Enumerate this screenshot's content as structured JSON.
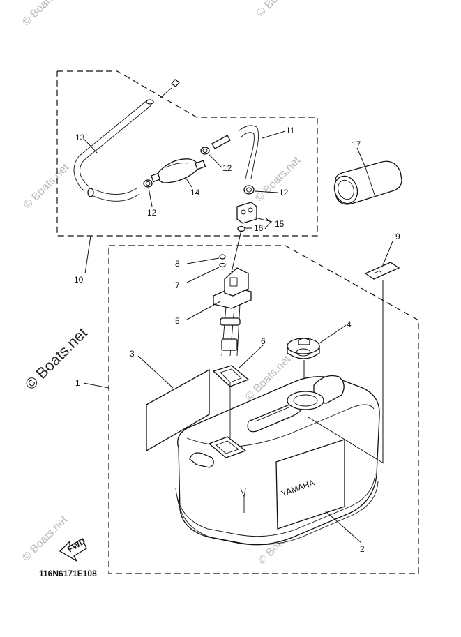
{
  "watermark": {
    "copyright_text": "© Boats.net",
    "repeat_text": "© Boats.net"
  },
  "callouts": {
    "c1": "1",
    "c2": "2",
    "c3": "3",
    "c4": "4",
    "c5": "5",
    "c6": "6",
    "c7": "7",
    "c8": "8",
    "c9": "9",
    "c10": "10",
    "c11": "11",
    "c12a": "12",
    "c12b": "12",
    "c12c": "12",
    "c13": "13",
    "c14": "14",
    "c15": "15",
    "c16": "16",
    "c17": "17"
  },
  "tank_brand": "YAMAHA",
  "fwd_label": "FWD",
  "diagram_code": "116N6171E108"
}
